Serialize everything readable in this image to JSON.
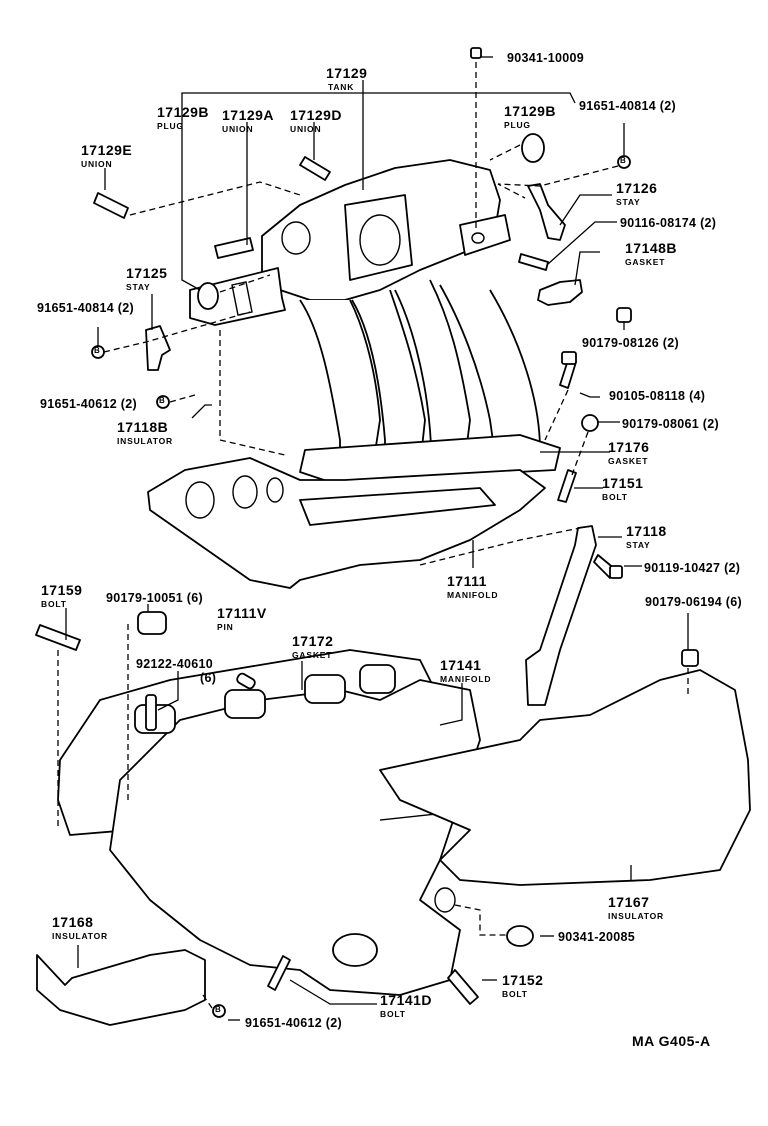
{
  "diagram": {
    "title_code": "MA  G405-A",
    "callouts": [
      {
        "id": "c1",
        "number": "17129",
        "name": "TANK"
      },
      {
        "id": "c2",
        "number": "17129B",
        "name": "PLUG"
      },
      {
        "id": "c3",
        "number": "17129A",
        "name": "UNION"
      },
      {
        "id": "c4",
        "number": "17129D",
        "name": "UNION"
      },
      {
        "id": "c5",
        "number": "17129B",
        "name": "PLUG"
      },
      {
        "id": "c6",
        "number": "17129E",
        "name": "UNION"
      },
      {
        "id": "c7",
        "number": "90341-10009",
        "name": ""
      },
      {
        "id": "c8",
        "number": "91651-40814 (2)",
        "name": ""
      },
      {
        "id": "c9",
        "number": "17126",
        "name": "STAY"
      },
      {
        "id": "c10",
        "number": "90116-08174 (2)",
        "name": ""
      },
      {
        "id": "c11",
        "number": "17148B",
        "name": "GASKET"
      },
      {
        "id": "c12",
        "number": "90179-08126 (2)",
        "name": ""
      },
      {
        "id": "c13",
        "number": "17125",
        "name": "STAY"
      },
      {
        "id": "c14",
        "number": "91651-40814 (2)",
        "name": ""
      },
      {
        "id": "c15",
        "number": "91651-40612 (2)",
        "name": ""
      },
      {
        "id": "c16",
        "number": "17118B",
        "name": "INSULATOR"
      },
      {
        "id": "c17",
        "number": "90105-08118 (4)",
        "name": ""
      },
      {
        "id": "c18",
        "number": "90179-08061 (2)",
        "name": ""
      },
      {
        "id": "c19",
        "number": "17176",
        "name": "GASKET"
      },
      {
        "id": "c20",
        "number": "17151",
        "name": "BOLT"
      },
      {
        "id": "c21",
        "number": "17118",
        "name": "STAY"
      },
      {
        "id": "c22",
        "number": "90119-10427 (2)",
        "name": ""
      },
      {
        "id": "c23",
        "number": "17111",
        "name": "MANIFOLD"
      },
      {
        "id": "c24",
        "number": "90179-10051 (6)",
        "name": ""
      },
      {
        "id": "c25",
        "number": "17159",
        "name": "BOLT"
      },
      {
        "id": "c26",
        "number": "17111V",
        "name": "PIN"
      },
      {
        "id": "c27",
        "number": "17172",
        "name": "GASKET"
      },
      {
        "id": "c28",
        "number": "92122-40610",
        "name": "(6)"
      },
      {
        "id": "c29",
        "number": "17141",
        "name": "MANIFOLD"
      },
      {
        "id": "c30",
        "number": "90179-06194 (6)",
        "name": ""
      },
      {
        "id": "c31",
        "number": "17167",
        "name": "INSULATOR"
      },
      {
        "id": "c32",
        "number": "90341-20085",
        "name": ""
      },
      {
        "id": "c33",
        "number": "17168",
        "name": "INSULATOR"
      },
      {
        "id": "c34",
        "number": "17152",
        "name": "BOLT"
      },
      {
        "id": "c35",
        "number": "17141D",
        "name": "BOLT"
      },
      {
        "id": "c36",
        "number": "91651-40612 (2)",
        "name": ""
      }
    ],
    "washer_symbol": "B"
  }
}
